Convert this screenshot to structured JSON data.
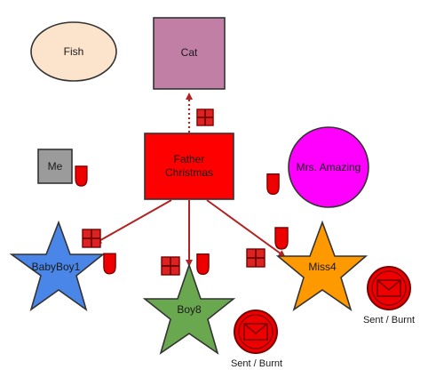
{
  "nodes": {
    "fish": "Fish",
    "cat": "Cat",
    "me": "Me",
    "father_line1": "Father",
    "father_line2": "Christmas",
    "mrs_amazing": "Mrs. Amazing",
    "babyboy1": "BabyBoy1",
    "boy8": "Boy8",
    "miss4": "Miss4"
  },
  "status": {
    "boy8": "Sent / Burnt",
    "miss4": "Sent / Burnt"
  },
  "icons": {
    "gift": "gift-icon",
    "stocking": "stocking-icon",
    "envelope": "envelope-icon"
  },
  "colors": {
    "fish": "#fbe3cc",
    "cat": "#c17fa6",
    "me": "#9b9b9b",
    "father_christmas": "#ff0000",
    "mrs_amazing": "#ff00ff",
    "babyboy1": "#4a86e8",
    "boy8": "#6aa84f",
    "miss4": "#ff9900",
    "gift": "#dd2222",
    "arrow": "#b22222"
  }
}
